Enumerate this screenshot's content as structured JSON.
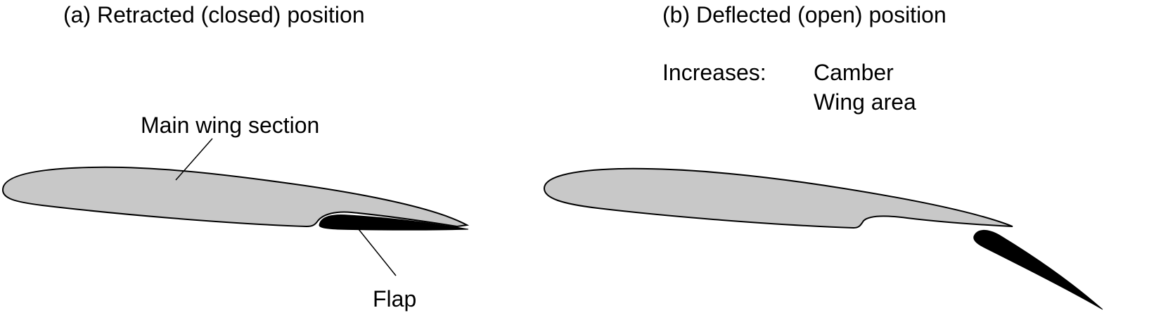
{
  "panel_a": {
    "title": "(a) Retracted (closed) position",
    "main_wing_label": "Main wing section",
    "flap_label": "Flap"
  },
  "panel_b": {
    "title": "(b) Deflected (open) position",
    "increases_label": "Increases:",
    "increases_items": [
      "Camber",
      "Wing area"
    ]
  },
  "colors": {
    "wing_fill": "#c8c8c8",
    "flap_fill": "#000000",
    "outline": "#000000",
    "background": "#ffffff"
  }
}
